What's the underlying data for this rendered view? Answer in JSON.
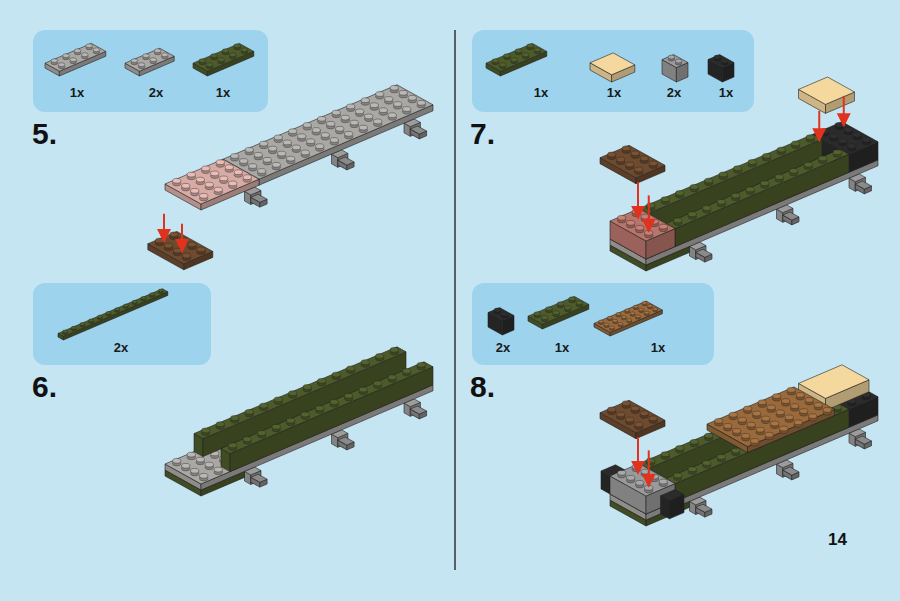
{
  "diagram": {
    "nodes": [
      {
        "text": [
          "1x",
          "2x",
          "1x"
        ]
      },
      {
        "text": [
          "2x"
        ]
      },
      {
        "text": [
          "1x",
          "1x",
          "2x",
          "1x"
        ]
      },
      {
        "text": [
          "2x",
          "1x",
          "1x"
        ]
      }
    ],
    "labels": [
      "5.",
      "6.",
      "7.",
      "8.",
      "14"
    ]
  }
}
